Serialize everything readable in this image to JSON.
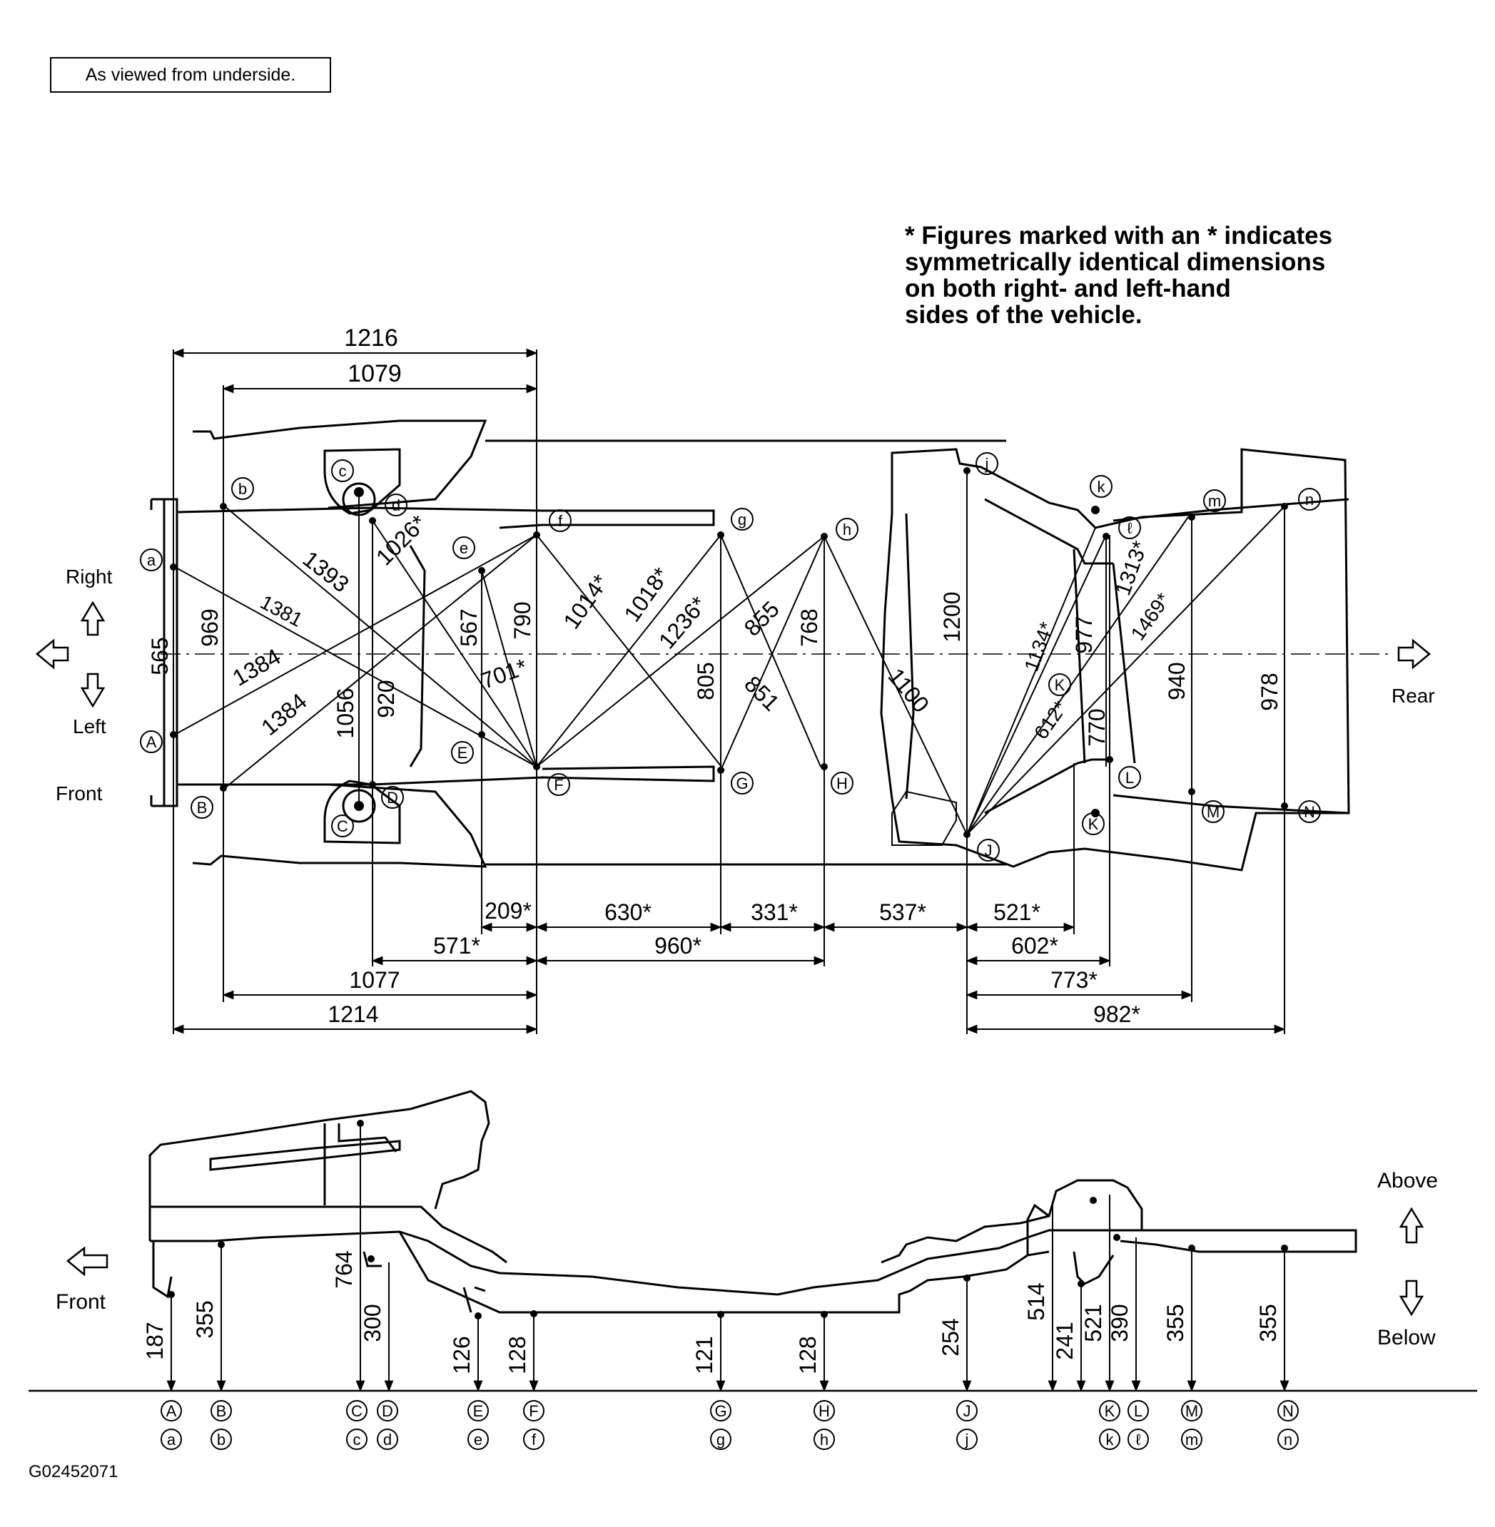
{
  "caption_box": "As viewed from underside.",
  "note": "* Figures marked with an * indicates\n  symmetrically identical dimensions\n  on both right- and left-hand\n  sides of the vehicle.",
  "figure_id": "G02452071",
  "directions": {
    "right": "Right",
    "left": "Left",
    "front": "Front",
    "rear": "Rear",
    "front_side": "Front",
    "above": "Above",
    "below": "Below"
  },
  "top_view_dimensions": {
    "top_1216": "1216",
    "top_1079": "1079",
    "v_565": "565",
    "v_969": "969",
    "v_1056": "1056",
    "v_920": "920",
    "v_567": "567",
    "v_790": "790",
    "v_805": "805",
    "v_768": "768",
    "v_1200": "1200",
    "v_977": "977",
    "v_770": "770",
    "v_940": "940",
    "v_978": "978",
    "d_1393": "1393",
    "d_1381": "1381",
    "d_1384a": "1384",
    "d_1384b": "1384",
    "d_1026": "1026*",
    "d_701": "701*",
    "d_1014": "1014*",
    "d_1018": "1018*",
    "d_1236": "1236*",
    "d_855": "855",
    "d_851": "851",
    "d_1100": "1100",
    "d_1134": "1134*",
    "d_612": "612*",
    "d_1313": "1313*",
    "d_1469": "1469*",
    "b_209": "209*",
    "b_630": "630*",
    "b_331": "331*",
    "b_537": "537*",
    "b_521": "521*",
    "b_571": "571*",
    "b_960": "960*",
    "b_602": "602*",
    "b_1077": "1077",
    "b_773": "773*",
    "b_1214": "1214",
    "b_982": "982*"
  },
  "side_view_heights": {
    "A": "187",
    "B": "355",
    "C": "764",
    "D": "300",
    "E": "126",
    "F": "128",
    "G": "121",
    "H": "128",
    "J": "254",
    "K_514": "514",
    "K_241": "241",
    "K_521": "521",
    "L": "390",
    "M": "355",
    "N": "355"
  },
  "point_labels_upper": [
    "A",
    "B",
    "C",
    "D",
    "E",
    "F",
    "G",
    "H",
    "J",
    "K",
    "L",
    "M",
    "N"
  ],
  "point_labels_lower": [
    "a",
    "b",
    "c",
    "d",
    "e",
    "f",
    "g",
    "h",
    "j",
    "k",
    "ℓ",
    "m",
    "n"
  ]
}
